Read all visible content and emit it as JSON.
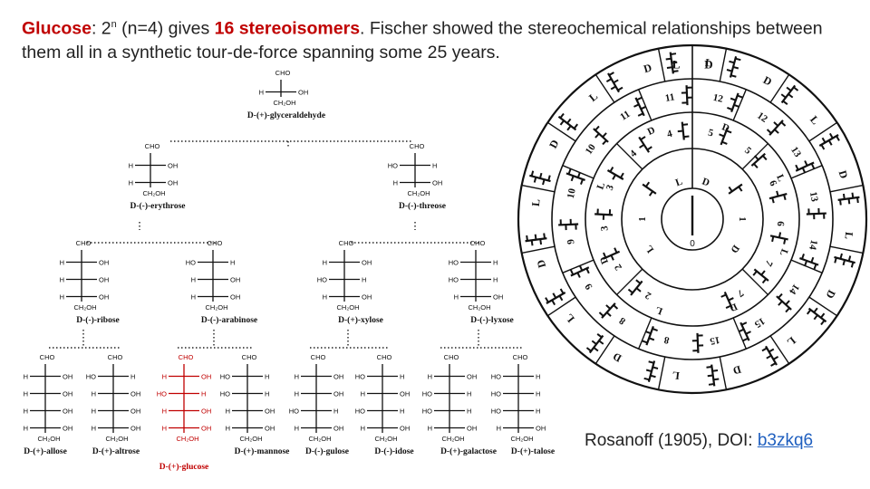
{
  "caption": {
    "word_glucose": "Glucose",
    "colon": ": 2",
    "exponent": "n",
    "count_text": " (n=4) gives ",
    "sixteen": "16 stereoisomers",
    "rest": ". Fischer showed the stereochemical relationships between them all in a synthetic tour-de-force spanning some 25 years."
  },
  "credit": {
    "text": "Rosanoff (1905), DOI: ",
    "link": "b3zkq6"
  },
  "labels": {
    "cho": "CHO",
    "ch2oh": "CH₂OH",
    "h": "H",
    "oh": "OH",
    "ho": "HO"
  },
  "tree": {
    "root": {
      "name": "D-(+)-glyceraldehyde",
      "pattern": [
        "R"
      ]
    },
    "c4": [
      {
        "name": "D-(-)-erythrose",
        "pattern": [
          "R",
          "R"
        ]
      },
      {
        "name": "D-(-)-threose",
        "pattern": [
          "L",
          "R"
        ]
      }
    ],
    "c5": [
      {
        "name": "D-(-)-ribose",
        "pattern": [
          "R",
          "R",
          "R"
        ]
      },
      {
        "name": "D-(-)-arabinose",
        "pattern": [
          "L",
          "R",
          "R"
        ]
      },
      {
        "name": "D-(+)-xylose",
        "pattern": [
          "R",
          "L",
          "R"
        ]
      },
      {
        "name": "D-(-)-lyxose",
        "pattern": [
          "L",
          "L",
          "R"
        ]
      }
    ],
    "c6": [
      {
        "name": "D-(+)-allose",
        "pattern": [
          "R",
          "R",
          "R",
          "R"
        ],
        "highlight": false
      },
      {
        "name": "D-(+)-altrose",
        "pattern": [
          "L",
          "R",
          "R",
          "R"
        ],
        "highlight": false
      },
      {
        "name": "D-(+)-glucose",
        "pattern": [
          "R",
          "L",
          "R",
          "R"
        ],
        "highlight": true
      },
      {
        "name": "D-(+)-mannose",
        "pattern": [
          "L",
          "L",
          "R",
          "R"
        ],
        "highlight": false
      },
      {
        "name": "D-(-)-gulose",
        "pattern": [
          "R",
          "R",
          "L",
          "R"
        ],
        "highlight": false
      },
      {
        "name": "D-(-)-idose",
        "pattern": [
          "L",
          "R",
          "L",
          "R"
        ],
        "highlight": false
      },
      {
        "name": "D-(+)-galactose",
        "pattern": [
          "R",
          "L",
          "L",
          "R"
        ],
        "highlight": false
      },
      {
        "name": "D-(+)-talose",
        "pattern": [
          "L",
          "L",
          "L",
          "R"
        ],
        "highlight": false
      }
    ]
  },
  "wheel": {
    "center_label": "0",
    "top_labels": [
      "L",
      "D"
    ],
    "ring1": [
      "1",
      "1"
    ],
    "ring2": [
      "2",
      "2",
      "3",
      "3",
      "4",
      "4",
      "5",
      "5",
      "6",
      "6",
      "7",
      "7"
    ],
    "ring3": [
      "8",
      "8",
      "9",
      "9",
      "10",
      "10",
      "11",
      "11",
      "12",
      "12",
      "13",
      "13",
      "14",
      "14",
      "15",
      "15"
    ],
    "letters_inner": [
      "L",
      "D",
      "L",
      "D"
    ],
    "letters_mid": [
      "L",
      "D",
      "L",
      "D",
      "D",
      "L",
      "L",
      "D"
    ],
    "letters_outer": [
      "L",
      "D",
      "L",
      "D",
      "L",
      "D",
      "L",
      "D",
      "L",
      "D",
      "L",
      "D",
      "L",
      "D",
      "L",
      "D"
    ]
  },
  "colors": {
    "highlight": "#c00000",
    "link": "#1f5fbf",
    "ink": "#111111"
  }
}
